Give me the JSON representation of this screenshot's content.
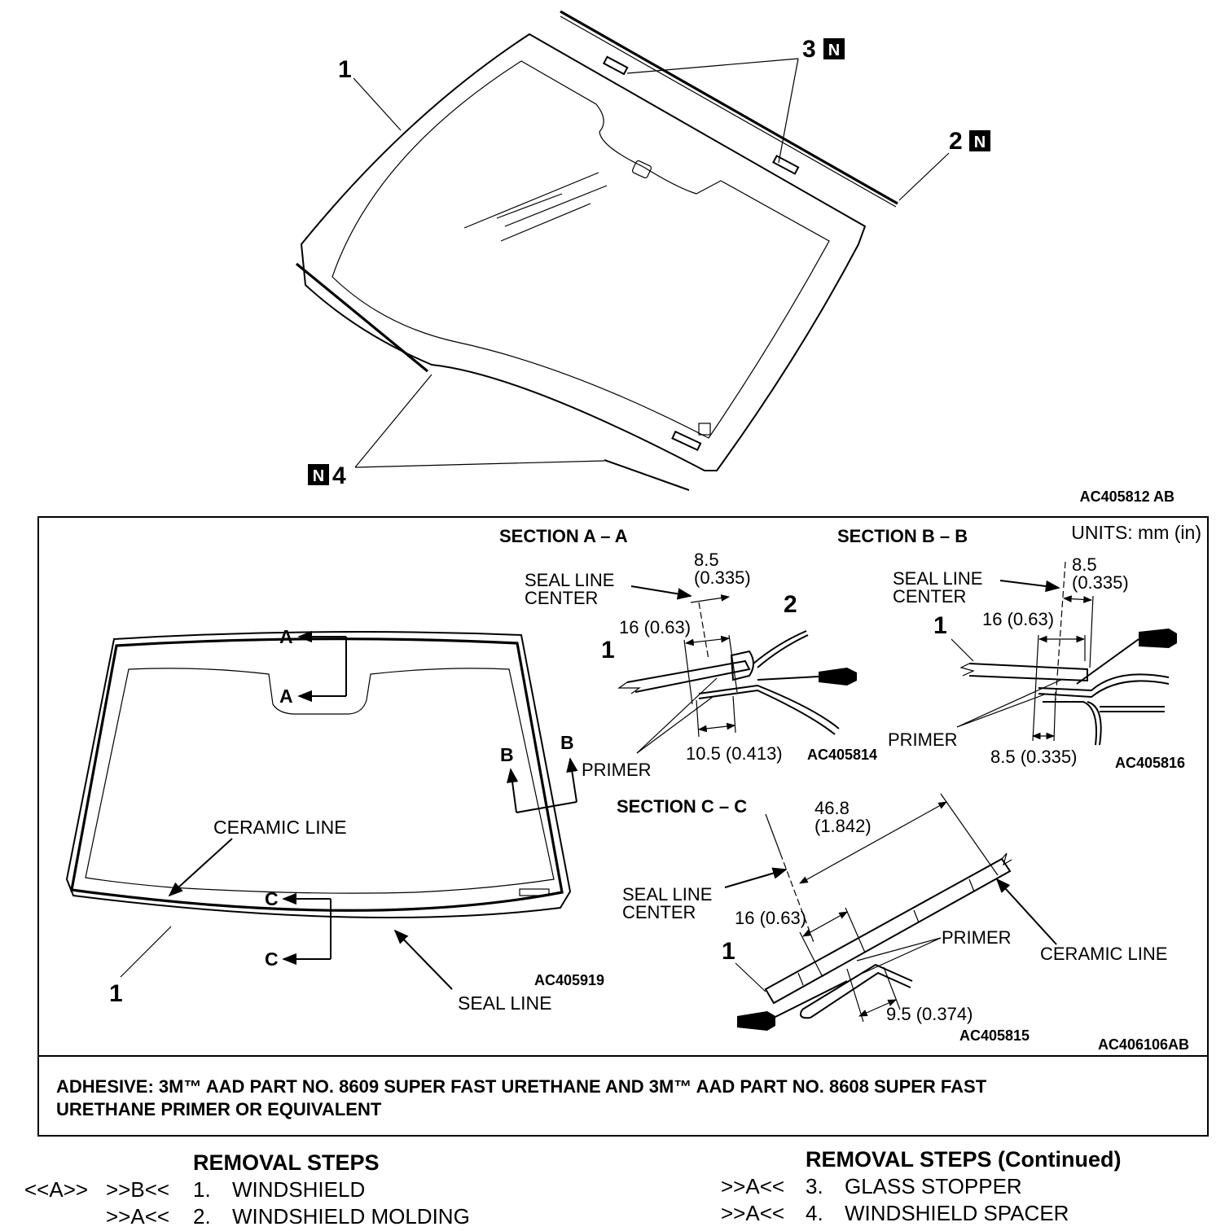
{
  "figure": {
    "top_callouts": {
      "c1": "1",
      "c2": "2",
      "c3": "3",
      "c4": "4",
      "n_badge": "N"
    },
    "top_id": "AC405812 AB",
    "units": "UNITS: mm (in)",
    "left_view": {
      "a": "A",
      "b": "B",
      "c": "C",
      "ceramic_line": "CERAMIC LINE",
      "seal_line": "SEAL LINE",
      "c1": "1",
      "id": "AC405919"
    },
    "section_aa": {
      "title": "SECTION A – A",
      "seal_line_center_1": "SEAL LINE",
      "seal_line_center_2": "CENTER",
      "dim_85": "8.5",
      "dim_85_in": "(0.335)",
      "dim_16": "16 (0.63)",
      "dim_105": "10.5 (0.413)",
      "c1": "1",
      "c2": "2",
      "primer": "PRIMER",
      "id": "AC405814"
    },
    "section_bb": {
      "title": "SECTION B – B",
      "seal_line_center_1": "SEAL LINE",
      "seal_line_center_2": "CENTER",
      "dim_85_top": "8.5",
      "dim_85_top_in": "(0.335)",
      "dim_16": "16 (0.63)",
      "dim_85_bottom": "8.5 (0.335)",
      "c1": "1",
      "primer": "PRIMER",
      "id": "AC405816"
    },
    "section_cc": {
      "title": "SECTION C – C",
      "dim_468": "46.8",
      "dim_468_in": "(1.842)",
      "seal_line_center_1": "SEAL LINE",
      "seal_line_center_2": "CENTER",
      "dim_16": "16 (0.63)",
      "primer": "PRIMER",
      "ceramic_line": "CERAMIC LINE",
      "dim_95": "9.5 (0.374)",
      "c1": "1",
      "id": "AC405815"
    },
    "panel_id": "AC406106AB",
    "adhesive_line1": "ADHESIVE: 3M™ AAD PART NO. 8609 SUPER FAST URETHANE AND 3M™ AAD PART NO. 8608 SUPER FAST",
    "adhesive_line2": "URETHANE PRIMER OR EQUIVALENT"
  },
  "removal_steps": {
    "title": "REMOVAL STEPS",
    "items": [
      {
        "ref1": "<<A>>",
        "ref2": ">>B<<",
        "num": "1.",
        "label": "WINDSHIELD"
      },
      {
        "ref1": "",
        "ref2": ">>A<<",
        "num": "2.",
        "label": "WINDSHIELD MOLDING"
      }
    ]
  },
  "removal_steps_continued": {
    "title": "REMOVAL STEPS (Continued)",
    "items": [
      {
        "ref": ">>A<<",
        "num": "3.",
        "label": "GLASS STOPPER"
      },
      {
        "ref": ">>A<<",
        "num": "4.",
        "label": "WINDSHIELD SPACER"
      }
    ]
  }
}
